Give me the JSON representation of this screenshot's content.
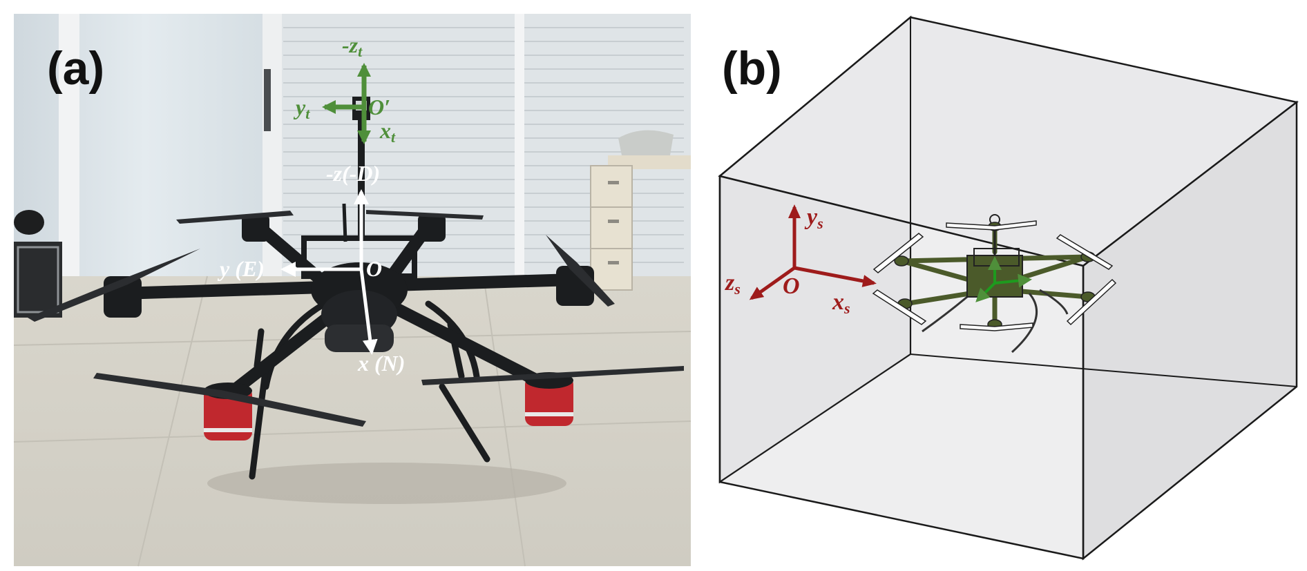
{
  "panel_a": {
    "label": "(a)",
    "body_frame": {
      "origin": "O",
      "x_label": "x (N)",
      "y_label": "y (E)",
      "z_label": "-z(-D)"
    },
    "tool_frame": {
      "origin": "O′",
      "x_label": "x",
      "x_sub": "t",
      "y_label": "y",
      "y_sub": "t",
      "z_label": "-z",
      "z_sub": "t"
    }
  },
  "panel_b": {
    "label": "(b)",
    "space_frame": {
      "origin": "O",
      "x_label": "x",
      "x_sub": "s",
      "y_label": "y",
      "y_sub": "s",
      "z_label": "z",
      "z_sub": "s"
    }
  },
  "colors": {
    "white_axes": "#ffffff",
    "green_axes": "#4f8f3a",
    "red_axes": "#9e1b1b",
    "drone_dark": "#1b1d1f",
    "drone_red": "#c0282e",
    "cad_olive": "#4b5a2a",
    "box_fill": "#e6e6e8"
  }
}
